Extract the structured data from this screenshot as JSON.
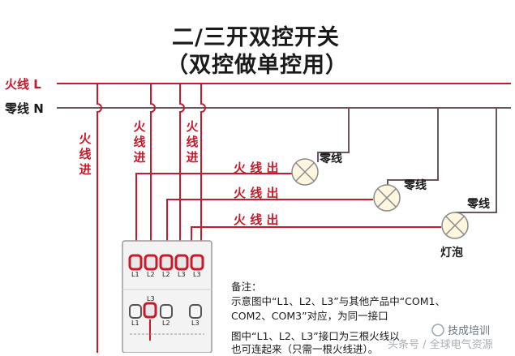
{
  "title": "二/三开双控开关",
  "subtitle": "（双控做单控用）",
  "lines": {
    "live_label": "火线 L",
    "neutral_label": "零线 N"
  },
  "vertical_labels": [
    "火线进",
    "火线进",
    "火线进"
  ],
  "live_out_labels": [
    "火 线 出",
    "火 线 出",
    "火 线 出"
  ],
  "neutral_labels": [
    "零线",
    "零线",
    "零线"
  ],
  "bulb_label": "灯泡",
  "switch": {
    "top_terminals": [
      "L1",
      "L2",
      "L2",
      "L3",
      "L3"
    ],
    "bottom_terminals": [
      "L1",
      "L3",
      "L2",
      "L3"
    ]
  },
  "notes": {
    "heading": "备注：",
    "line1": "示意图中“L1、L2、L3”与其他产品中“COM1、",
    "line2": "COM2、COM3”对应，为同一接口",
    "line3": "图中“L1、L2、L3”接口为三根火线以",
    "line4": "也可连起来（只需一根火线进）。"
  },
  "watermark": {
    "line1": "技成培训",
    "line2": "头条号 / 全球电气资源"
  },
  "colors": {
    "red": "#c81a2a",
    "line_dark": "#6b5560",
    "background": "#ffffff"
  }
}
